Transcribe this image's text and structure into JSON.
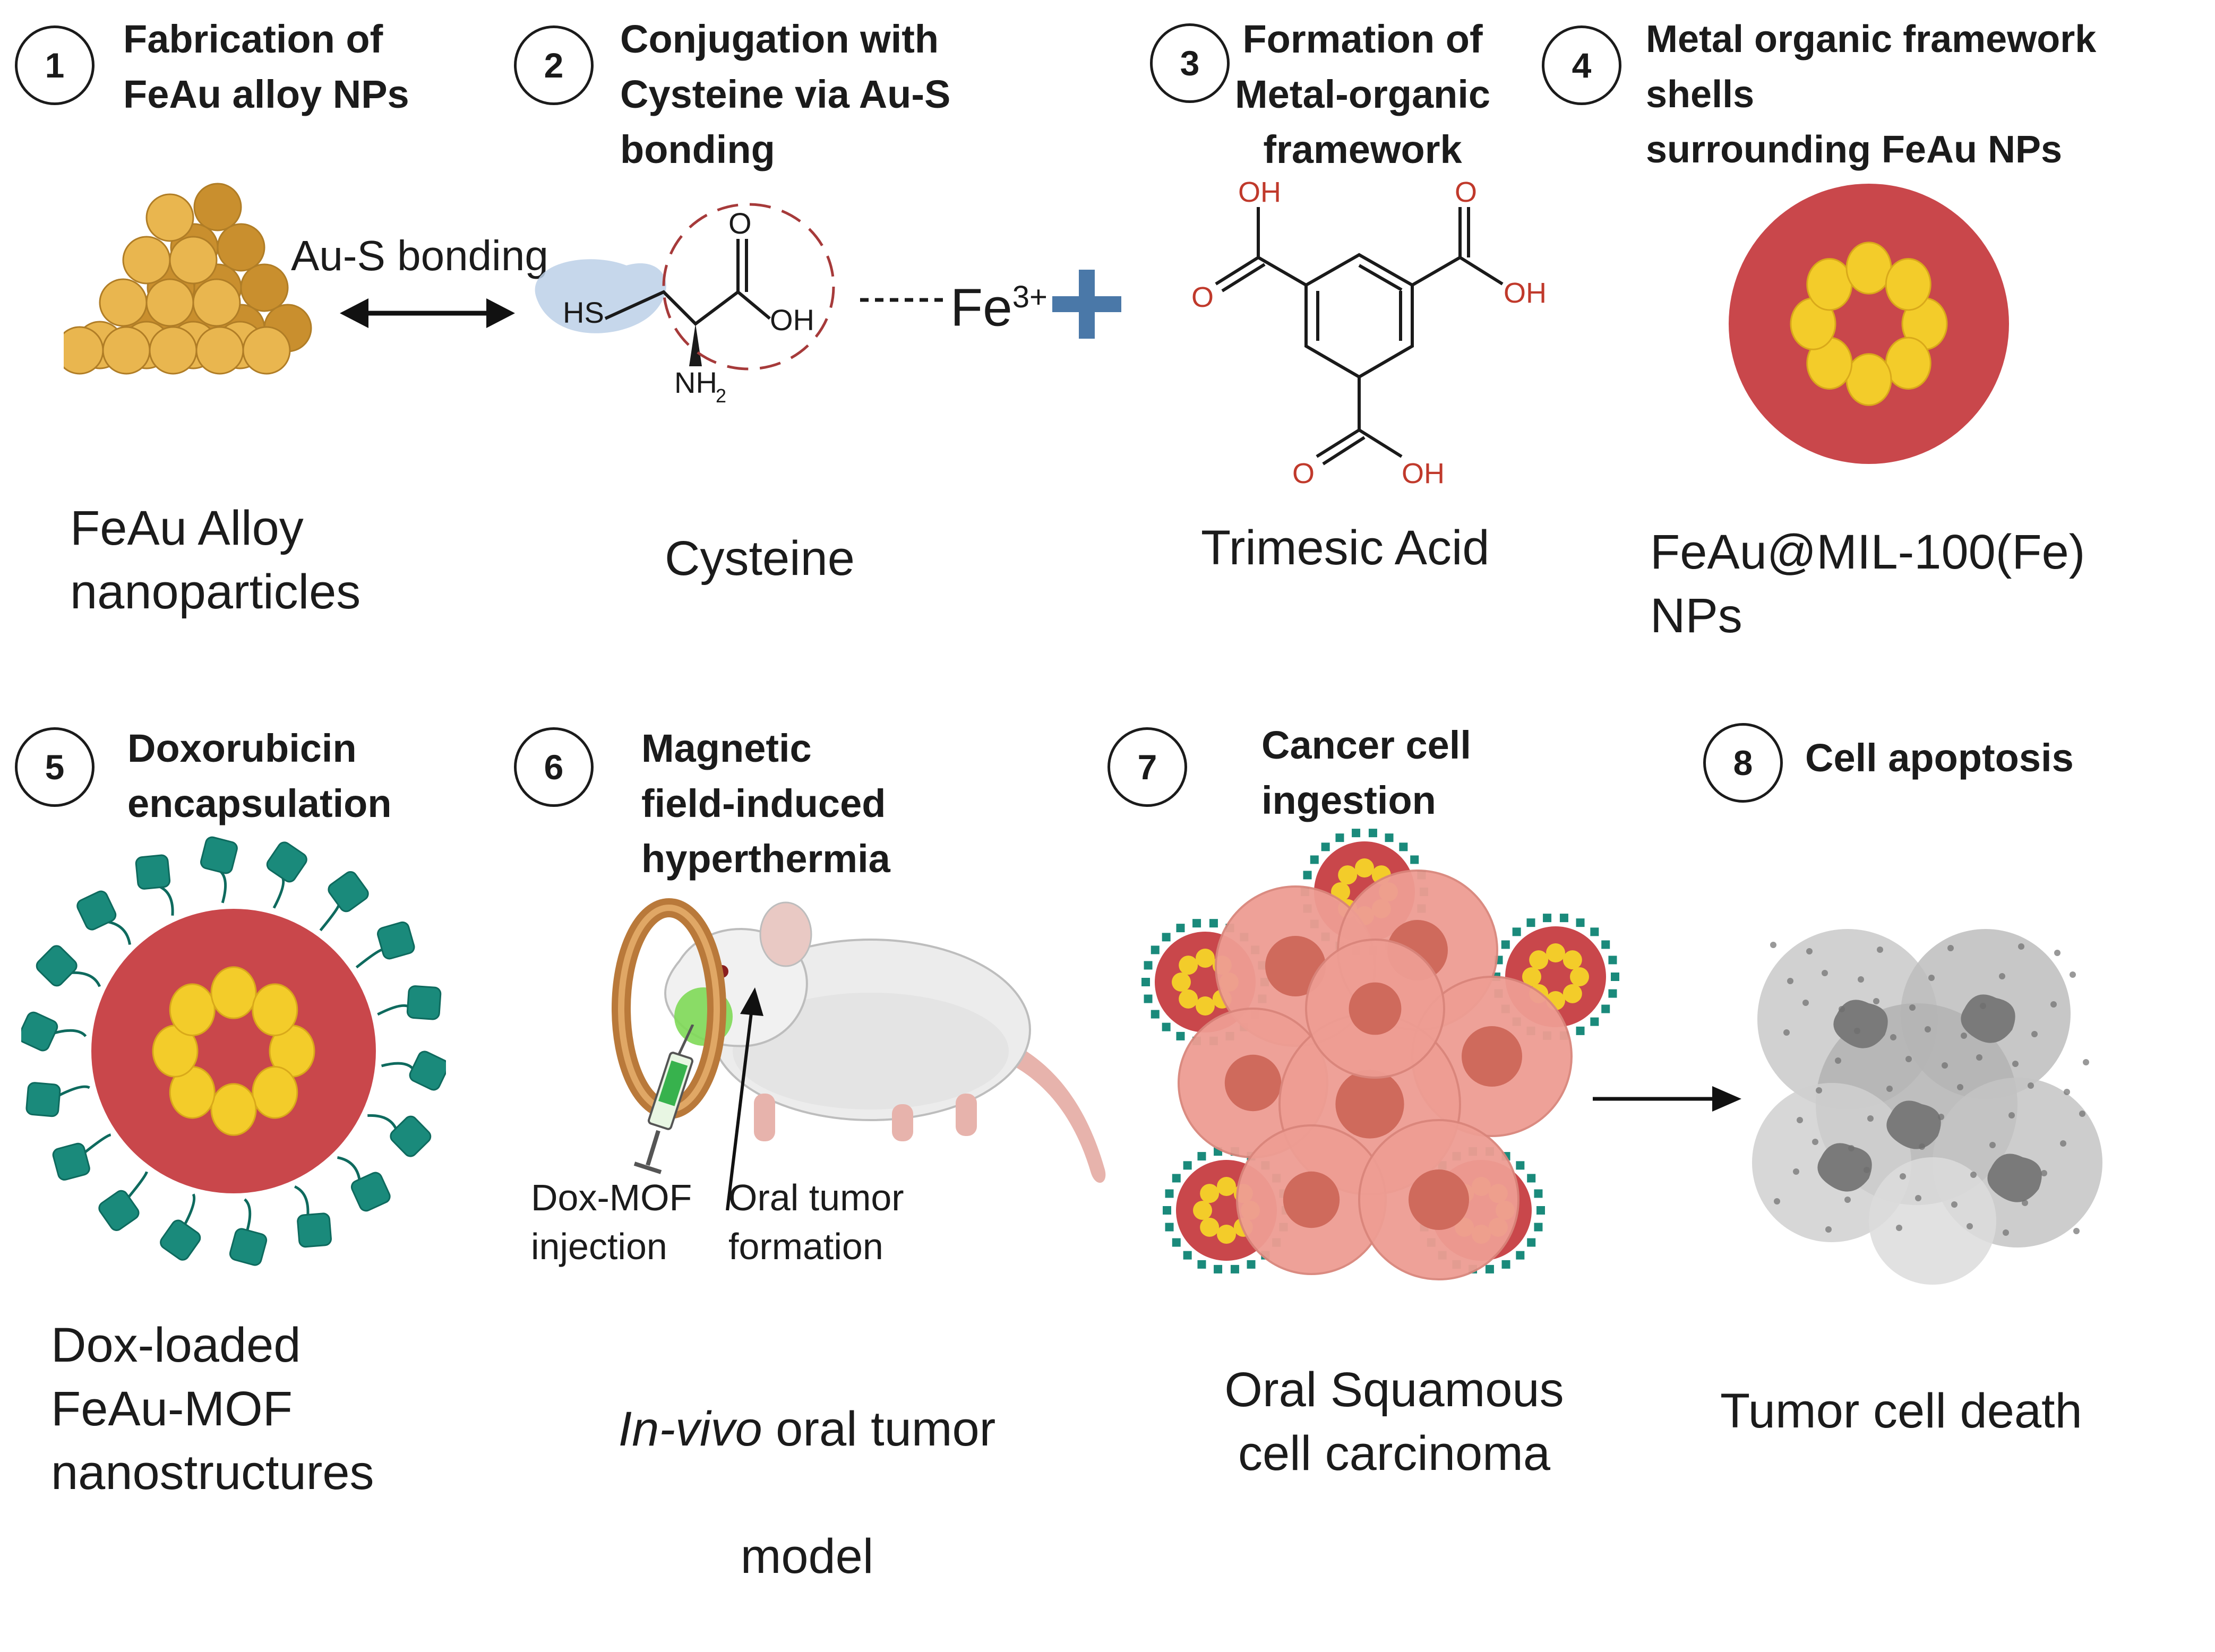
{
  "steps": [
    {
      "number": "1",
      "title": "Fabrication of\nFeAu alloy NPs",
      "caption": "FeAu Alloy\nnanoparticles"
    },
    {
      "number": "2",
      "title": "Conjugation with\nCysteine via Au-S\nbonding",
      "caption": "Cysteine"
    },
    {
      "number": "3",
      "title": "Formation of\nMetal-organic\nframework",
      "caption": "Trimesic Acid"
    },
    {
      "number": "4",
      "title": "Metal organic framework shells\nsurrounding FeAu NPs",
      "caption": "FeAu@MIL-100(Fe)\nNPs"
    },
    {
      "number": "5",
      "title": "Doxorubicin\nencapsulation",
      "caption": "Dox-loaded\nFeAu-MOF\nnanostructures"
    },
    {
      "number": "6",
      "title": "Magnetic\nfield-induced\nhyperthermia",
      "caption_italic": "In-vivo",
      "caption_rest": " oral tumor",
      "caption_line2": "model"
    },
    {
      "number": "7",
      "title": "Cancer cell\ningestion",
      "caption": "Oral Squamous\ncell carcinoma"
    },
    {
      "number": "8",
      "title": "Cell apoptosis",
      "caption": "Tumor cell death"
    }
  ],
  "labels": {
    "au_s_bonding": "Au-S bonding",
    "fe3": "Fe",
    "fe3_sup": "3+",
    "dox_mof_injection": "Dox-MOF\ninjection",
    "oral_tumor_formation": "Oral tumor\nformation"
  },
  "chem": {
    "cys_hs": "HS",
    "cys_o": "O",
    "cys_oh": "OH",
    "cys_nh": "NH",
    "cys_nh_sub": "2",
    "tma_oh_left": "OH",
    "tma_o_left": "O",
    "tma_o_right": "O",
    "tma_oh_right": "OH",
    "tma_o_bottom": "O",
    "tma_oh_bottom": "OH"
  },
  "colors": {
    "gold": "#e9b64f",
    "gold_dark": "#c98f2e",
    "mof_red": "#c9474b",
    "yellow_np": "#f3cc2a",
    "teal": "#1a8a7b",
    "chem_red": "#c0392b",
    "plus_blue": "#4a78a8",
    "cell_pink": "#ee9d93",
    "nucleus": "#cf6a5c",
    "gray": "#9a9a9a"
  },
  "icons": [
    "number-circle-icon",
    "gold-pyramid-icon",
    "double-arrow-icon",
    "cysteine-structure-icon",
    "plus-icon",
    "trimesic-acid-structure-icon",
    "feau-mof-particle-icon",
    "dox-loaded-particle-icon",
    "mouse-icon",
    "syringe-icon",
    "magnetic-coil-icon",
    "cancer-cell-cluster-icon",
    "right-arrow-icon",
    "dead-cell-icon"
  ]
}
